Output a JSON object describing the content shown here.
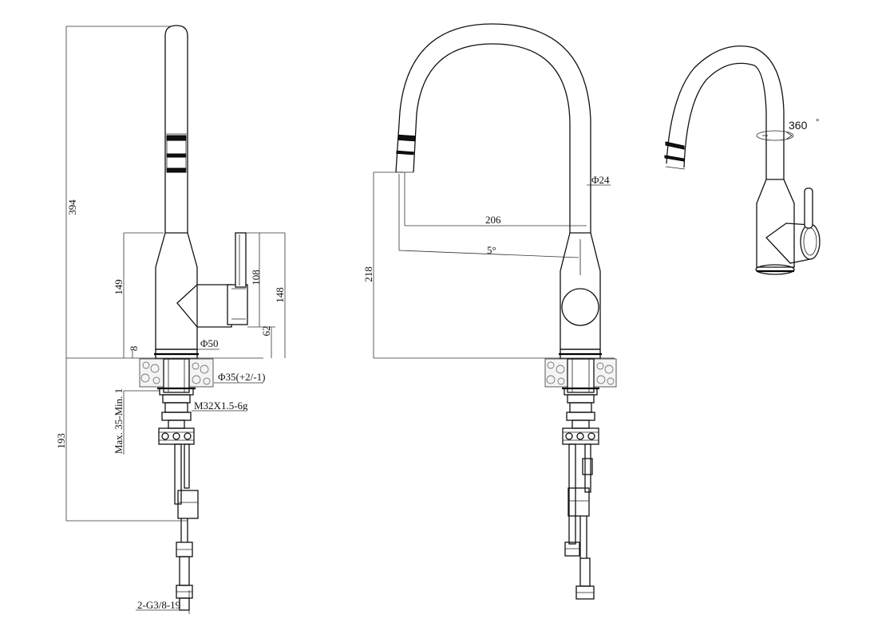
{
  "side_view": {
    "dim_total_height": "394",
    "dim_body_height": "149",
    "dim_handle_height": "108",
    "dim_handle_total": "148",
    "dim_handle_offset": "62",
    "dim_base_ring": "8",
    "dim_base_diameter": "Φ50",
    "dim_hole_diameter": "Φ35(+2/-1)",
    "dim_thread": "M32X1.5-6g",
    "dim_counter_thickness": "Max. 35-Min. 1",
    "dim_below_counter": "193",
    "dim_hose_thread": "2-G3/8-19"
  },
  "front_view": {
    "dim_spout_height": "218",
    "dim_spout_reach": "206",
    "dim_angle": "5°",
    "dim_spout_diameter": "Φ24"
  },
  "perspective_view": {
    "rotation_label": "360",
    "rotation_unit": "°"
  }
}
